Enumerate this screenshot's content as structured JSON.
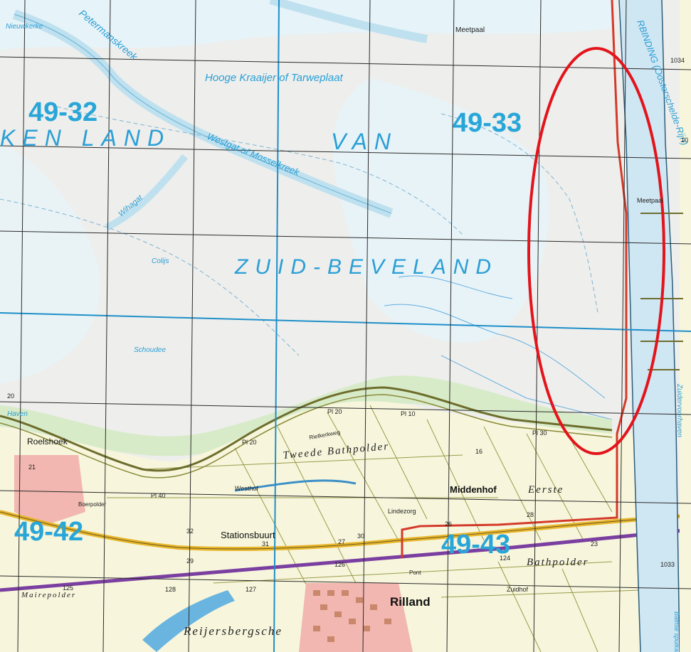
{
  "colors": {
    "mudflat": "#eeeeec",
    "water": "#e6f3f8",
    "channel": "#bfe1ef",
    "polder": "#f7f6dc",
    "grid": "#2b2b2b",
    "sheet_line": "#1e8fc9",
    "dike": "#8a8a3a",
    "road_main": "#e8b62c",
    "railway": "#7a3fa0",
    "border": "#d43a2a",
    "highlight": "#e3141b",
    "town": "#f1b7b0"
  },
  "sheets": {
    "s4932": "49-32",
    "s4933": "49-33",
    "s4942": "49-42",
    "s4943": "49-43"
  },
  "regions": {
    "ken_land": "KEN LAND",
    "van": "VAN",
    "zuid_beveland": "ZUID-BEVELAND"
  },
  "water_names": {
    "hooge": "Hooge Kraaijer of Tarweplaat",
    "westgat": "Westgat of Mosselkreek",
    "petermanskreek": "Petermanskreek",
    "wihagat": "Wihagat",
    "hnieuwkerke": "Nieuwkerke",
    "colijs": "Colijs",
    "schoudee": "Schoudee",
    "haven": "Haven",
    "verbinding": "RBINDING (Oosterschelde-Rijn)",
    "zoommeer": "Zuidervoorhaven",
    "beesse": "Bathse spuikanaal"
  },
  "places": {
    "roelshoek": "Roelshoek",
    "middenhof": "Middenhof",
    "stationsbuurt": "Stationsbuurt",
    "rilland": "Rilland",
    "lindezorg": "Lindezorg",
    "westhof": "Westhof",
    "zuidhof": "Zuidhof",
    "meetpaal_n": "Meetpaal",
    "meetpaal_e": "Meetpaal",
    "boerpolder": "Boerpolder",
    "oudeweg": "Rietkerkweg",
    "pont": "Pont"
  },
  "polders": {
    "tweede": "Tweede Bathpolder",
    "eerste": "Eerste",
    "bathpolder": "Bathpolder",
    "mairepolder": "Mairepolder",
    "reijersbergsche": "Reijersbergsche"
  },
  "labels": {
    "pl20a": "Pl 20",
    "pl20b": "Pl 20",
    "pl10": "Pl 10",
    "pl30": "Pl 30",
    "pl40": "Pl 40",
    "n16": "16",
    "n21": "21",
    "n27": "27",
    "n30": "30",
    "n32": "32",
    "n31": "31",
    "n29": "29",
    "n28": "28",
    "n26": "26",
    "n125": "125",
    "n126": "126",
    "n127": "127",
    "n128": "128",
    "n124": "124",
    "n1034": "1034",
    "n20": "20",
    "n23": "23",
    "n10": "10",
    "n1033": "1033"
  }
}
